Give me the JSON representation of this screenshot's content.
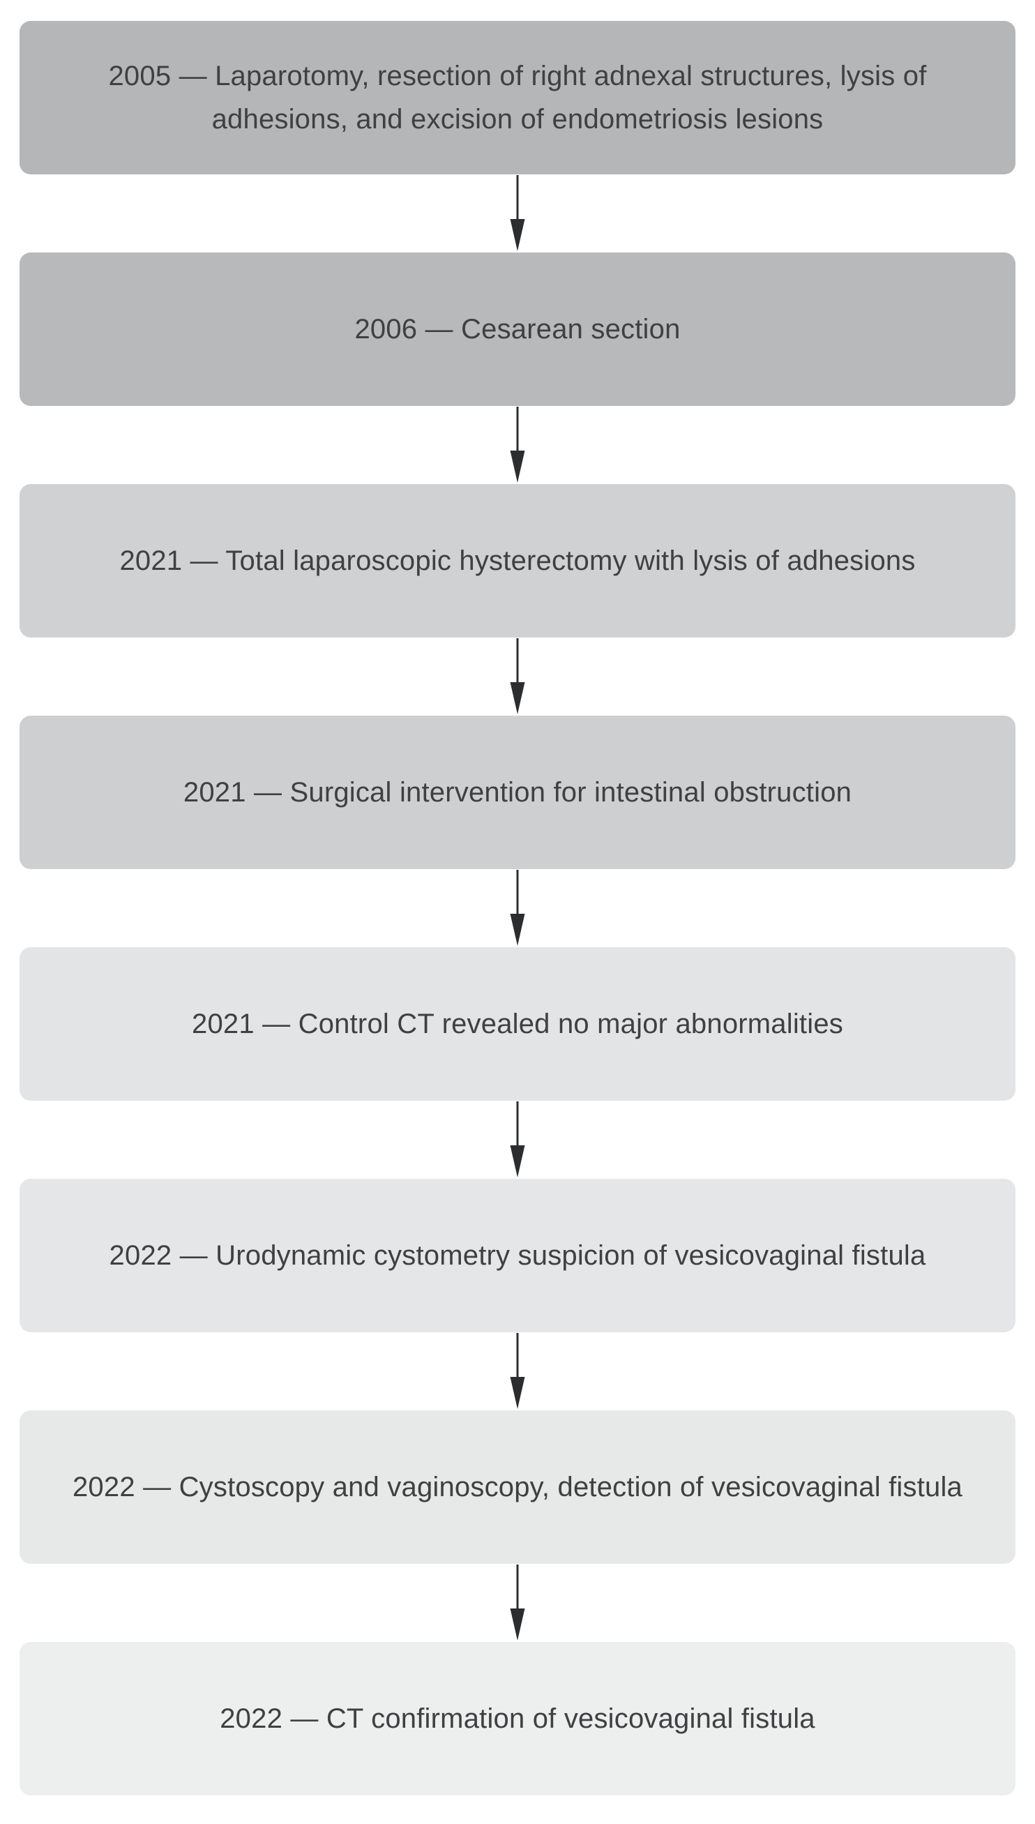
{
  "page": {
    "background": "#ffffff"
  },
  "diagram": {
    "type": "vertical-timeline-flowchart",
    "text_color": "#3e4041",
    "arrow_color": "#2c2d2f",
    "steps": [
      {
        "year": "2005",
        "label": "2005 — Laparotomy, resection of right adnexal structures, lysis of adhesions, and excision of endometriosis lesions",
        "fill": "#b4b6b8"
      },
      {
        "year": "2006",
        "label": "2006 — Cesarean section",
        "fill": "#b7b9bb"
      },
      {
        "year": "2021",
        "label": "2021 — Total laparoscopic hysterectomy with lysis of adhesions",
        "fill": "#cfd1d2"
      },
      {
        "year": "2021",
        "label": "2021 — Surgical intervention for intestinal obstruction",
        "fill": "#cdcfd1"
      },
      {
        "year": "2021",
        "label": "2021 — Control CT revealed no major abnormalities",
        "fill": "#e3e4e5"
      },
      {
        "year": "2022",
        "label": "2022 — Urodynamic cystometry suspicion of vesicovaginal fistula",
        "fill": "#e5e6e7"
      },
      {
        "year": "2022",
        "label": "2022 — Cystoscopy and vaginoscopy, detection of vesicovaginal fistula",
        "fill": "#e7e8e8"
      },
      {
        "year": "2022",
        "label": "2022 — CT confirmation of vesicovaginal fistula",
        "fill": "#edeeee"
      }
    ]
  }
}
